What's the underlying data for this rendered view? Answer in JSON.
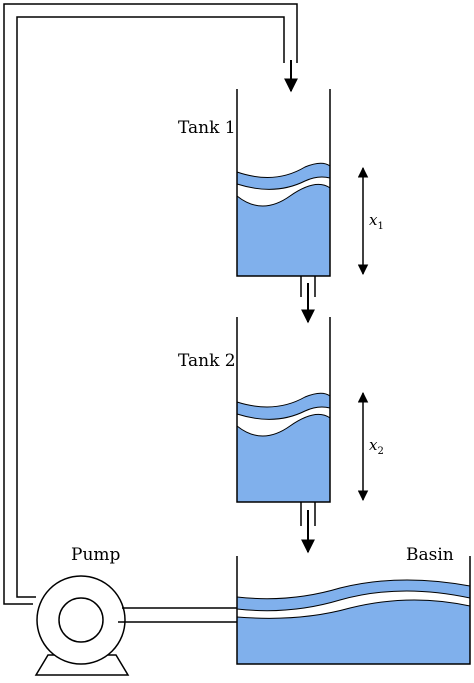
{
  "labels": {
    "tank1": "Tank 1",
    "tank2": "Tank 2",
    "pump": "Pump",
    "basin": "Basin"
  },
  "levels": {
    "x1_var": "x",
    "x1_sub": "1",
    "x2_var": "x",
    "x2_sub": "2"
  },
  "colors": {
    "water": "#80b0ec",
    "outline": "#000000",
    "background": "#ffffff"
  }
}
